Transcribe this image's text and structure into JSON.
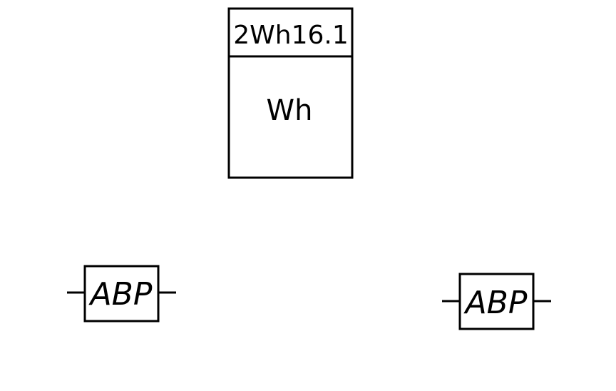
{
  "meter": {
    "id_label": "2Wh16.1",
    "unit_label": "Wh"
  },
  "symbols": [
    {
      "label": "ABP"
    },
    {
      "label": "ABP"
    }
  ]
}
